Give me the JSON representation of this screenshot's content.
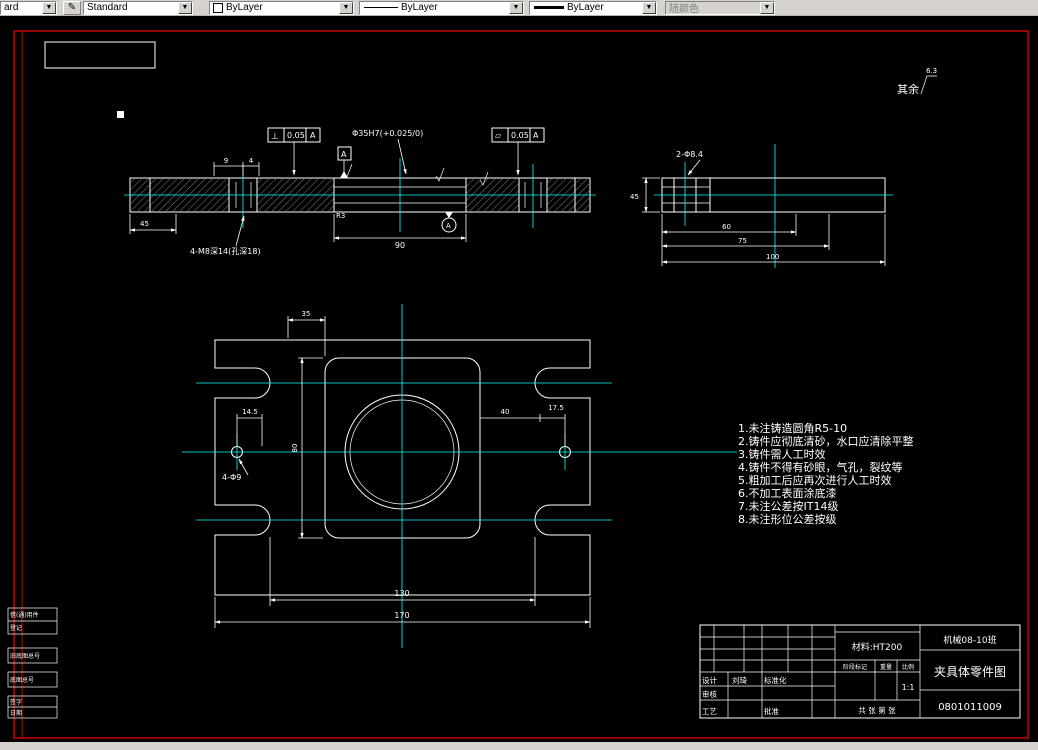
{
  "toolbar": {
    "dimstyle_partial": "ard",
    "text_style": "Standard",
    "color": "ByLayer",
    "linetype": "ByLayer",
    "lineweight": "ByLayer",
    "plotstyle": "随颜色"
  },
  "surface_note": {
    "label": "其余",
    "value": "6.3"
  },
  "section": {
    "dim_9": "9",
    "dim_4": "4",
    "gdt1_sym": "⊥",
    "gdt1_val": "0.05",
    "gdt1_datum": "A",
    "gdt2_sym": "▱",
    "gdt2_val": "0.05",
    "gdt2_datum": "A",
    "bore_callout": "Φ35H7(+0.025/0)",
    "datum_a": "A",
    "thread_callout": "4-M8深14(孔深18)",
    "dim_90": "90",
    "dim_45": "45",
    "fillet": "R3"
  },
  "side": {
    "hole_callout": "2-Φ8.4",
    "dim_45": "45",
    "dim_60": "60",
    "dim_75": "75",
    "dim_100": "100"
  },
  "main": {
    "dim_35": "35",
    "dim_14_5": "14.5",
    "dim_40": "40",
    "dim_17_5": "17.5",
    "dim_80": "80",
    "hole_callout": "4-Φ9",
    "dim_130": "130",
    "dim_170": "170"
  },
  "notes": {
    "lines": [
      "1.未注铸造圆角R5-10",
      "2.铸件应彻底清砂，水口应清除平整",
      "3.铸件需人工时效",
      "4.铸件不得有砂眼，气孔，裂纹等",
      "5.粗加工后应再次进行人工时效",
      "6.不加工表面涂底漆",
      "7.未注公差按IT14级",
      "8.未注形位公差按级"
    ]
  },
  "title_block": {
    "material": "材料:HT200",
    "org": "机械08-10班",
    "title": "夹具体零件图",
    "number": "0801011009",
    "design": "设计",
    "designer": "刘琦",
    "standard": "标准化",
    "check": "审核",
    "process": "工艺",
    "approve": "批准",
    "stage": "阶段标记",
    "weight": "重量",
    "scale_label": "比例",
    "scale": "1:1",
    "sheet": "共  张 第  张"
  },
  "margin": {
    "a1": "借(通)用件",
    "a2": "登记",
    "b": "旧底图总号",
    "c": "底图总号",
    "d1": "签字",
    "d2": "日期"
  }
}
